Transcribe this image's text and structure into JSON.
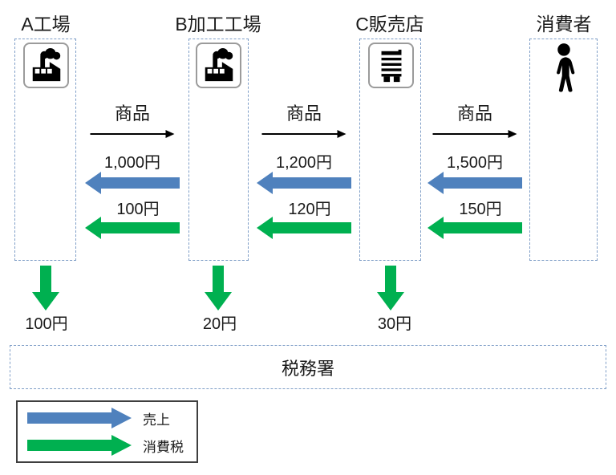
{
  "columns": [
    {
      "name": "A工場",
      "icon": "factory-icon"
    },
    {
      "name": "B加工工場",
      "icon": "factory-icon"
    },
    {
      "name": "C販売店",
      "icon": "office-building-icon"
    },
    {
      "name": "消費者",
      "icon": "person-icon"
    }
  ],
  "flows": [
    {
      "from": "A工場",
      "to": "B加工工場",
      "goods_label": "商品",
      "sale_amount": "1,000円",
      "tax_amount": "100円"
    },
    {
      "from": "B加工工場",
      "to": "C販売店",
      "goods_label": "商品",
      "sale_amount": "1,200円",
      "tax_amount": "120円"
    },
    {
      "from": "C販売店",
      "to": "消費者",
      "goods_label": "商品",
      "sale_amount": "1,500円",
      "tax_amount": "150円"
    }
  ],
  "tax_payments": [
    {
      "payer": "A工場",
      "amount": "100円"
    },
    {
      "payer": "B加工工場",
      "amount": "20円"
    },
    {
      "payer": "C販売店",
      "amount": "30円"
    }
  ],
  "tax_office_label": "税務署",
  "legend": {
    "sales_label": "売上",
    "consumption_tax_label": "消費税"
  },
  "colors": {
    "sales_arrow": "#4f81bd",
    "consumption_tax_arrow": "#00b050",
    "goods_arrow": "#000000",
    "dashed_border": "#7f9ec7",
    "legend_border": "#3f3f3f"
  }
}
